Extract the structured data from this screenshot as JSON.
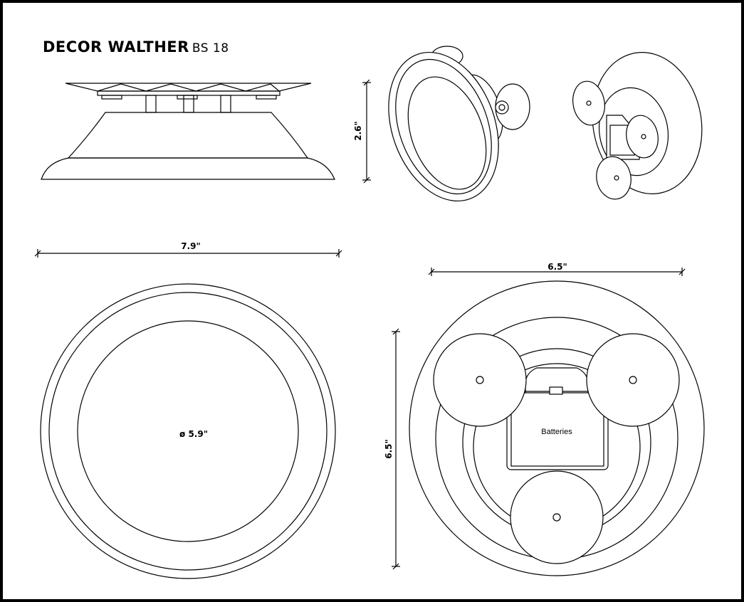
{
  "title": {
    "brand": "DECOR WALTHER",
    "model": "BS 18"
  },
  "dimensions": {
    "height": "2.6\"",
    "width": "7.9\"",
    "diameter": "ø 5.9\"",
    "back_width": "6.5\"",
    "back_height": "6.5\""
  },
  "labels": {
    "batteries": "Batteries"
  }
}
